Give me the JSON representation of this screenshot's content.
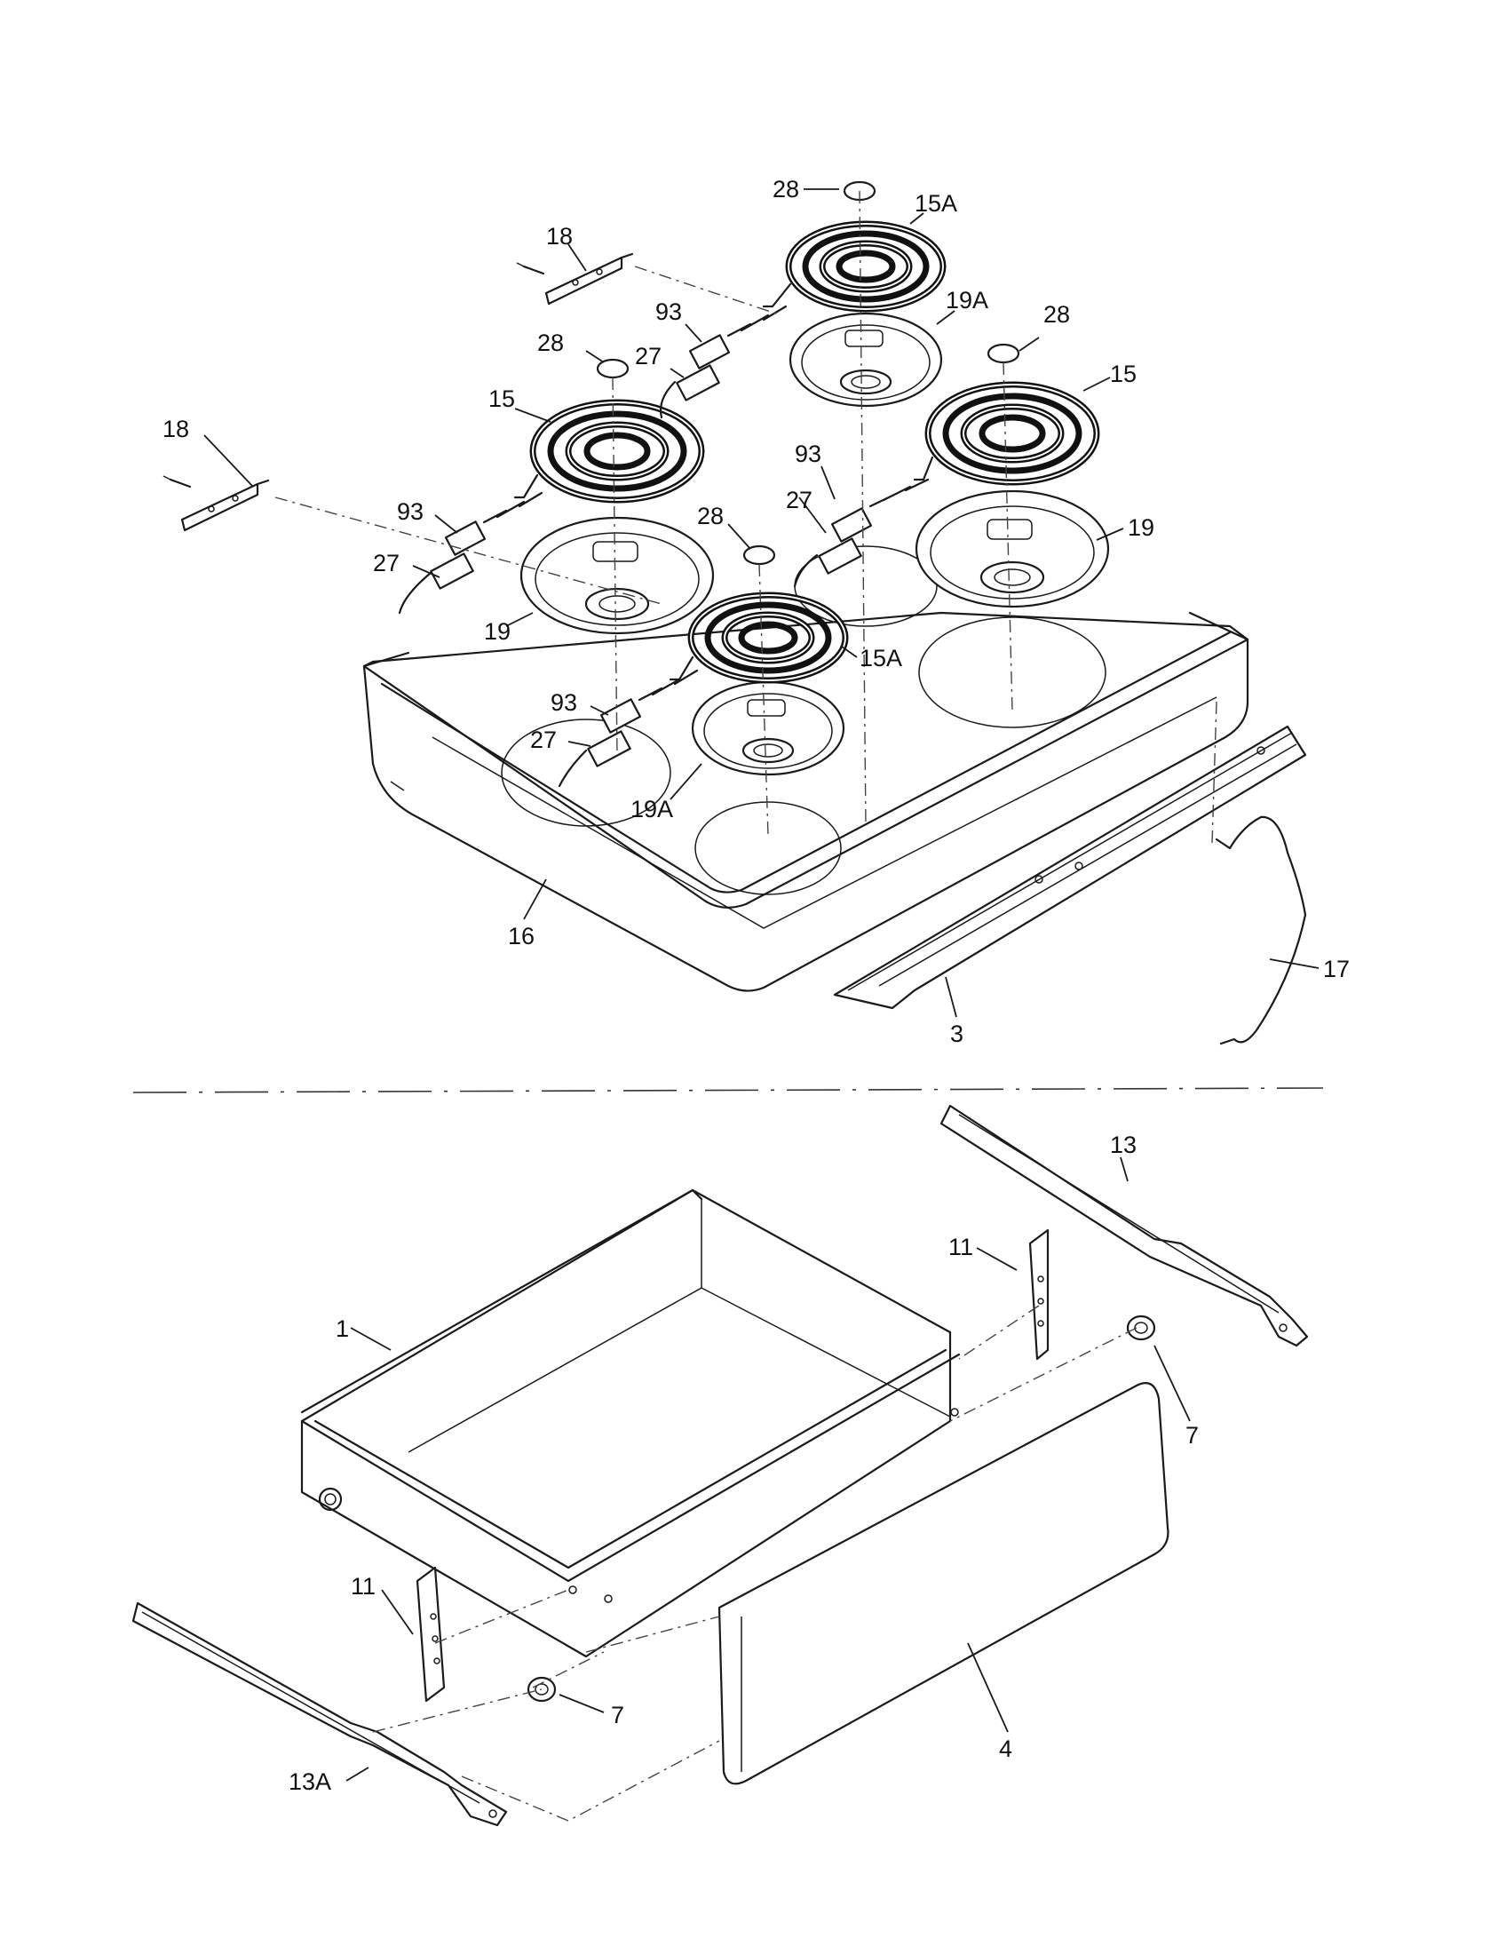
{
  "callouts": {
    "c28_top": "28",
    "c15A_top": "15A",
    "c18_top": "18",
    "c93_top": "93",
    "c19A_top": "19A",
    "c28_right": "28",
    "c28_left": "28",
    "c27_top": "27",
    "c15_left": "15",
    "c15_right": "15",
    "c18_left": "18",
    "c93_mid": "93",
    "c27_mid": "27",
    "c28_center": "28",
    "c93_left": "93",
    "c19_right": "19",
    "c27_left": "27",
    "c19_left": "19",
    "c15A_front": "15A",
    "c93_front": "93",
    "c27_front": "27",
    "c19A_front": "19A",
    "c16": "16",
    "c17": "17",
    "c3": "3",
    "c13": "13",
    "c11_right": "11",
    "c1": "1",
    "c7_right": "7",
    "c11_left": "11",
    "c7_left": "7",
    "c4": "4",
    "c13A": "13A"
  }
}
